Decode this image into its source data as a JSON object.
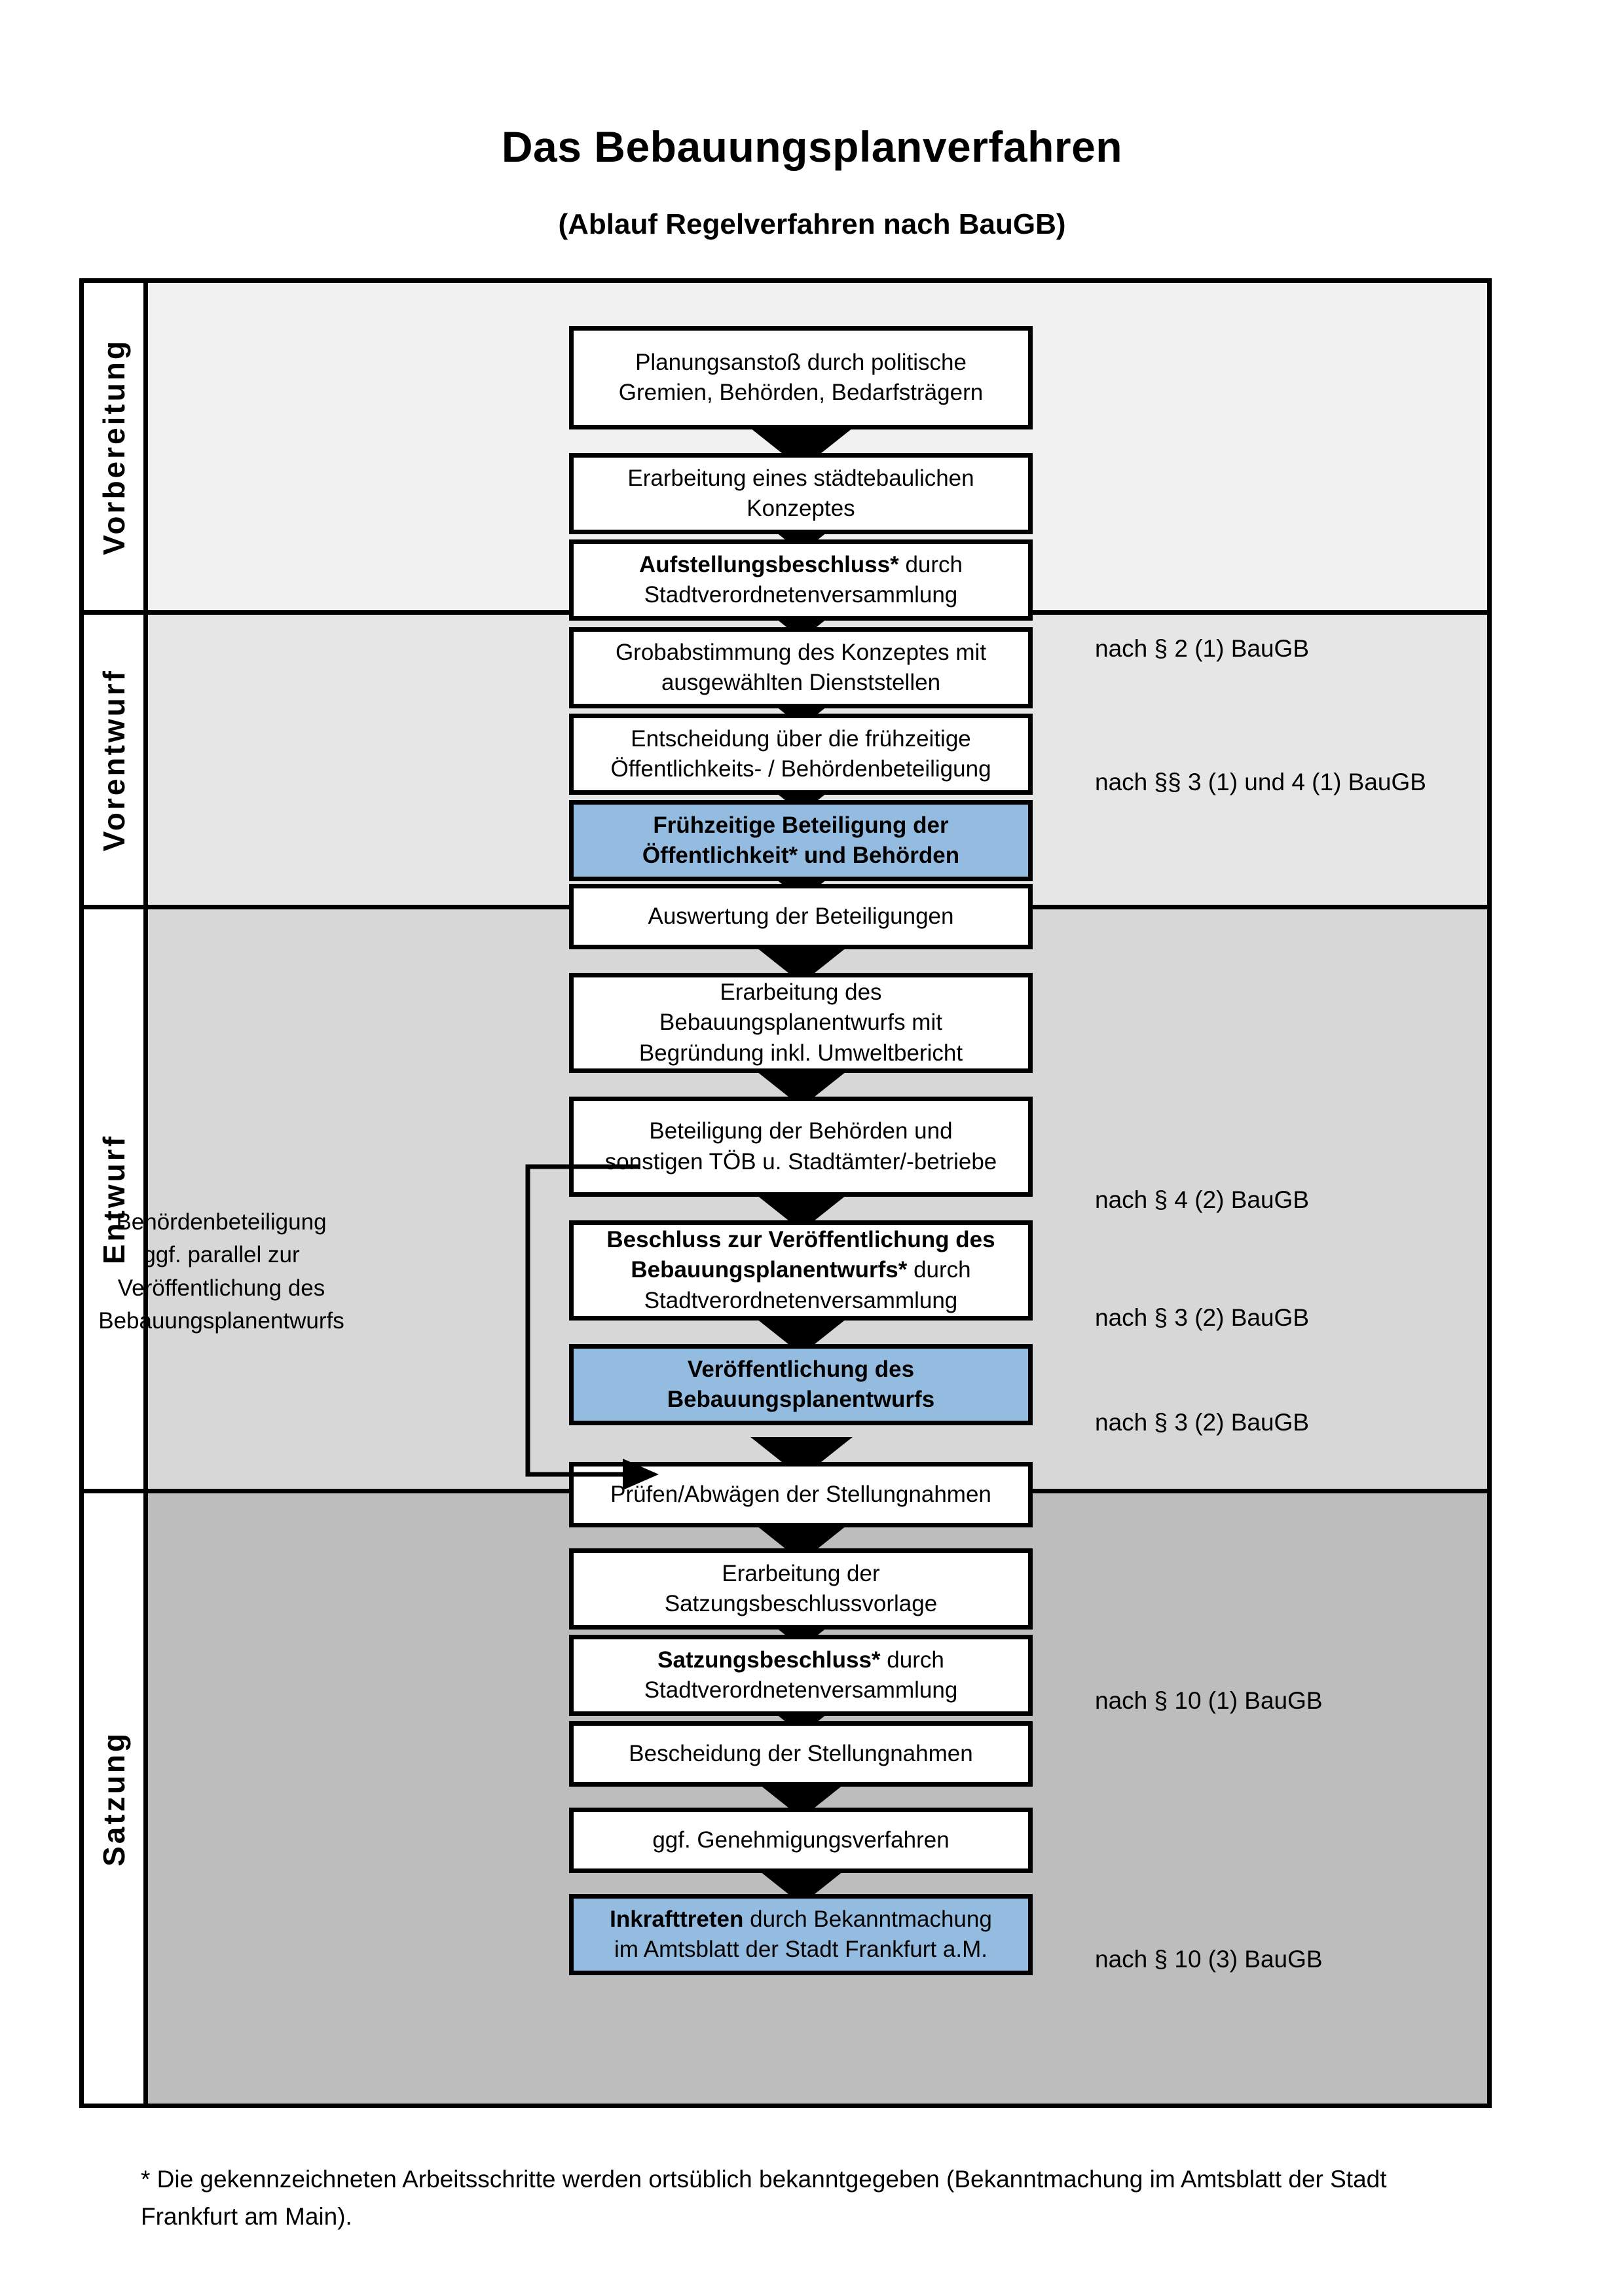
{
  "title": "Das Bebauungsplanverfahren",
  "subtitle": "(Ablauf Regelverfahren nach BauGB)",
  "phases": [
    {
      "label": "Vorbereitung",
      "color": "#f1f1f1"
    },
    {
      "label": "Vorentwurf",
      "color": "#e6e6e6"
    },
    {
      "label": "Entwurf",
      "color": "#d7d7d7"
    },
    {
      "label": "Satzung",
      "color": "#bdbdbd"
    }
  ],
  "accent_blue": "#93bce0",
  "steps": [
    {
      "id": "planungsanstoss",
      "line1": "Planungsanstoß durch politische",
      "line2": "Gremien, Behörden, Bedarfsträgern",
      "bold": "",
      "highlight": false
    },
    {
      "id": "staedtebau-konzept",
      "line1": "Erarbeitung eines städtebaulichen",
      "line2": "Konzeptes",
      "bold": "",
      "highlight": false
    },
    {
      "id": "aufstellungsbeschluss",
      "line1": "",
      "line2": "Stadtverordnetenversammlung",
      "bold": "Aufstellungsbeschluss*",
      "after_bold": " durch",
      "highlight": false
    },
    {
      "id": "grobabstimmung",
      "line1": "Grobabstimmung des Konzeptes mit",
      "line2": "ausgewählten Dienststellen",
      "bold": "",
      "highlight": false
    },
    {
      "id": "entscheidung-fruehzeitige",
      "line1": "Entscheidung über die frühzeitige",
      "line2": "Öffentlichkeits- / Behördenbeteiligung",
      "bold": "",
      "highlight": false
    },
    {
      "id": "fruehzeitige-beteiligung",
      "line1": "Frühzeitige Beteiligung der",
      "line2": "Öffentlichkeit* und Behörden",
      "bold": "ALL",
      "highlight": true
    },
    {
      "id": "auswertung",
      "line1": "Auswertung der Beteiligungen",
      "line2": "",
      "bold": "",
      "highlight": false
    },
    {
      "id": "erarbeitung-entwurf",
      "line1": "Erarbeitung des",
      "line2": "Bebauungsplanentwurfs mit",
      "line3": "Begründung inkl. Umweltbericht",
      "bold": "",
      "highlight": false
    },
    {
      "id": "beteiligung-behoerden",
      "line1": "Beteiligung der Behörden und",
      "line2": "sonstigen TÖB u. Stadtämter/-betriebe",
      "bold": "",
      "highlight": false
    },
    {
      "id": "beschluss-veroeffentlichung",
      "line1": "",
      "line2": "Stadtverordnetenversammlung",
      "bold": "Beschluss zur Veröffentlichung des Bebauungsplanentwurfs*",
      "after_bold": " durch",
      "highlight": false
    },
    {
      "id": "veroeffentlichung",
      "line1": "Veröffentlichung des",
      "line2": "Bebauungsplanentwurfs",
      "bold": "ALL",
      "highlight": true
    },
    {
      "id": "pruefen-abwaegen",
      "line1": "Prüfen/Abwägen der Stellungnahmen",
      "line2": "",
      "bold": "",
      "highlight": false
    },
    {
      "id": "satzungsbeschlussvorlage",
      "line1": "Erarbeitung der",
      "line2": "Satzungsbeschlussvorlage",
      "bold": "",
      "highlight": false
    },
    {
      "id": "satzungsbeschluss",
      "line1": "",
      "line2": "Stadtverordnetenversammlung",
      "bold": "Satzungsbeschluss*",
      "after_bold": " durch",
      "highlight": false
    },
    {
      "id": "bescheidung",
      "line1": "Bescheidung der Stellungnahmen",
      "line2": "",
      "bold": "",
      "highlight": false
    },
    {
      "id": "genehmigungsverfahren",
      "line1": "ggf. Genehmigungsverfahren",
      "line2": "",
      "bold": "",
      "highlight": false
    },
    {
      "id": "inkrafttreten",
      "line1": "",
      "line2": "im Amtsblatt der Stadt Frankfurt a.M.",
      "bold": "Inkrafttreten",
      "after_bold": " durch Bekanntmachung",
      "highlight": true
    }
  ],
  "box_texts": {
    "planungsanstoss_l1": "Planungsanstoß durch politische",
    "planungsanstoss_l2": "Gremien, Behörden, Bedarfsträgern",
    "konzept_l1": "Erarbeitung eines städtebaulichen",
    "konzept_l2": "Konzeptes",
    "aufstellung_bold": "Aufstellungsbeschluss*",
    "aufstellung_rest": " durch",
    "aufstellung_l2": "Stadtverordnetenversammlung",
    "grobabstimmung_l1": "Grobabstimmung des Konzeptes mit",
    "grobabstimmung_l2": "ausgewählten Dienststellen",
    "entscheidung_l1": "Entscheidung über die frühzeitige",
    "entscheidung_l2": "Öffentlichkeits- / Behördenbeteiligung",
    "fruehzeitig_l1": "Frühzeitige Beteiligung der",
    "fruehzeitig_l2": "Öffentlichkeit* und Behörden",
    "auswertung_l1": "Auswertung der Beteiligungen",
    "erarbeitung_l1": "Erarbeitung des",
    "erarbeitung_l2": "Bebauungsplanentwurfs mit",
    "erarbeitung_l3": "Begründung inkl. Umweltbericht",
    "beteiligung_l1": "Beteiligung der Behörden und",
    "beteiligung_l2": "sonstigen TÖB u. Stadtämter/-betriebe",
    "beschluss_bold_l1": "Beschluss zur Veröffentlichung des",
    "beschluss_bold_l2": "Bebauungsplanentwurfs*",
    "beschluss_rest": " durch",
    "beschluss_l3": "Stadtverordnetenversammlung",
    "veroeff_l1": "Veröffentlichung des",
    "veroeff_l2": "Bebauungsplanentwurfs",
    "pruefen_l1": "Prüfen/Abwägen der Stellungnahmen",
    "satzungsvorlage_l1": "Erarbeitung der",
    "satzungsvorlage_l2": "Satzungsbeschlussvorlage",
    "satzungsbeschluss_bold": "Satzungsbeschluss*",
    "satzungsbeschluss_rest": " durch",
    "satzungsbeschluss_l2": "Stadtverordnetenversammlung",
    "bescheidung_l1": "Bescheidung der Stellungnahmen",
    "genehmigung_l1": "ggf. Genehmigungsverfahren",
    "inkraft_bold": "Inkrafttreten",
    "inkraft_rest": " durch Bekanntmachung",
    "inkraft_l2": "im Amtsblatt der Stadt Frankfurt a.M."
  },
  "references": [
    {
      "id": "ref-aufstellungsbeschluss",
      "text": "nach § 2 (1) BauGB"
    },
    {
      "id": "ref-fruehzeitige",
      "text": "nach §§ 3 (1) und 4 (1) BauGB"
    },
    {
      "id": "ref-behoerden",
      "text": "nach § 4 (2) BauGB"
    },
    {
      "id": "ref-beschluss",
      "text": "nach § 3 (2) BauGB"
    },
    {
      "id": "ref-veroeffentlichung",
      "text": "nach § 3 (2) BauGB"
    },
    {
      "id": "ref-satzungsbeschluss",
      "text": "nach § 10 (1) BauGB"
    },
    {
      "id": "ref-inkrafttreten",
      "text": "nach § 10 (3) BauGB"
    }
  ],
  "sidenote": {
    "l1": "Behördenbeteiligung",
    "l2": "ggf. parallel zur",
    "l3": "Veröffentlichung des",
    "l4": "Bebauungsplanentwurfs"
  },
  "footnote": "* Die gekennzeichneten Arbeitsschritte werden ortsüblich bekanntgegeben (Bekanntmachung im Amtsblatt  der Stadt Frankfurt am Main)."
}
